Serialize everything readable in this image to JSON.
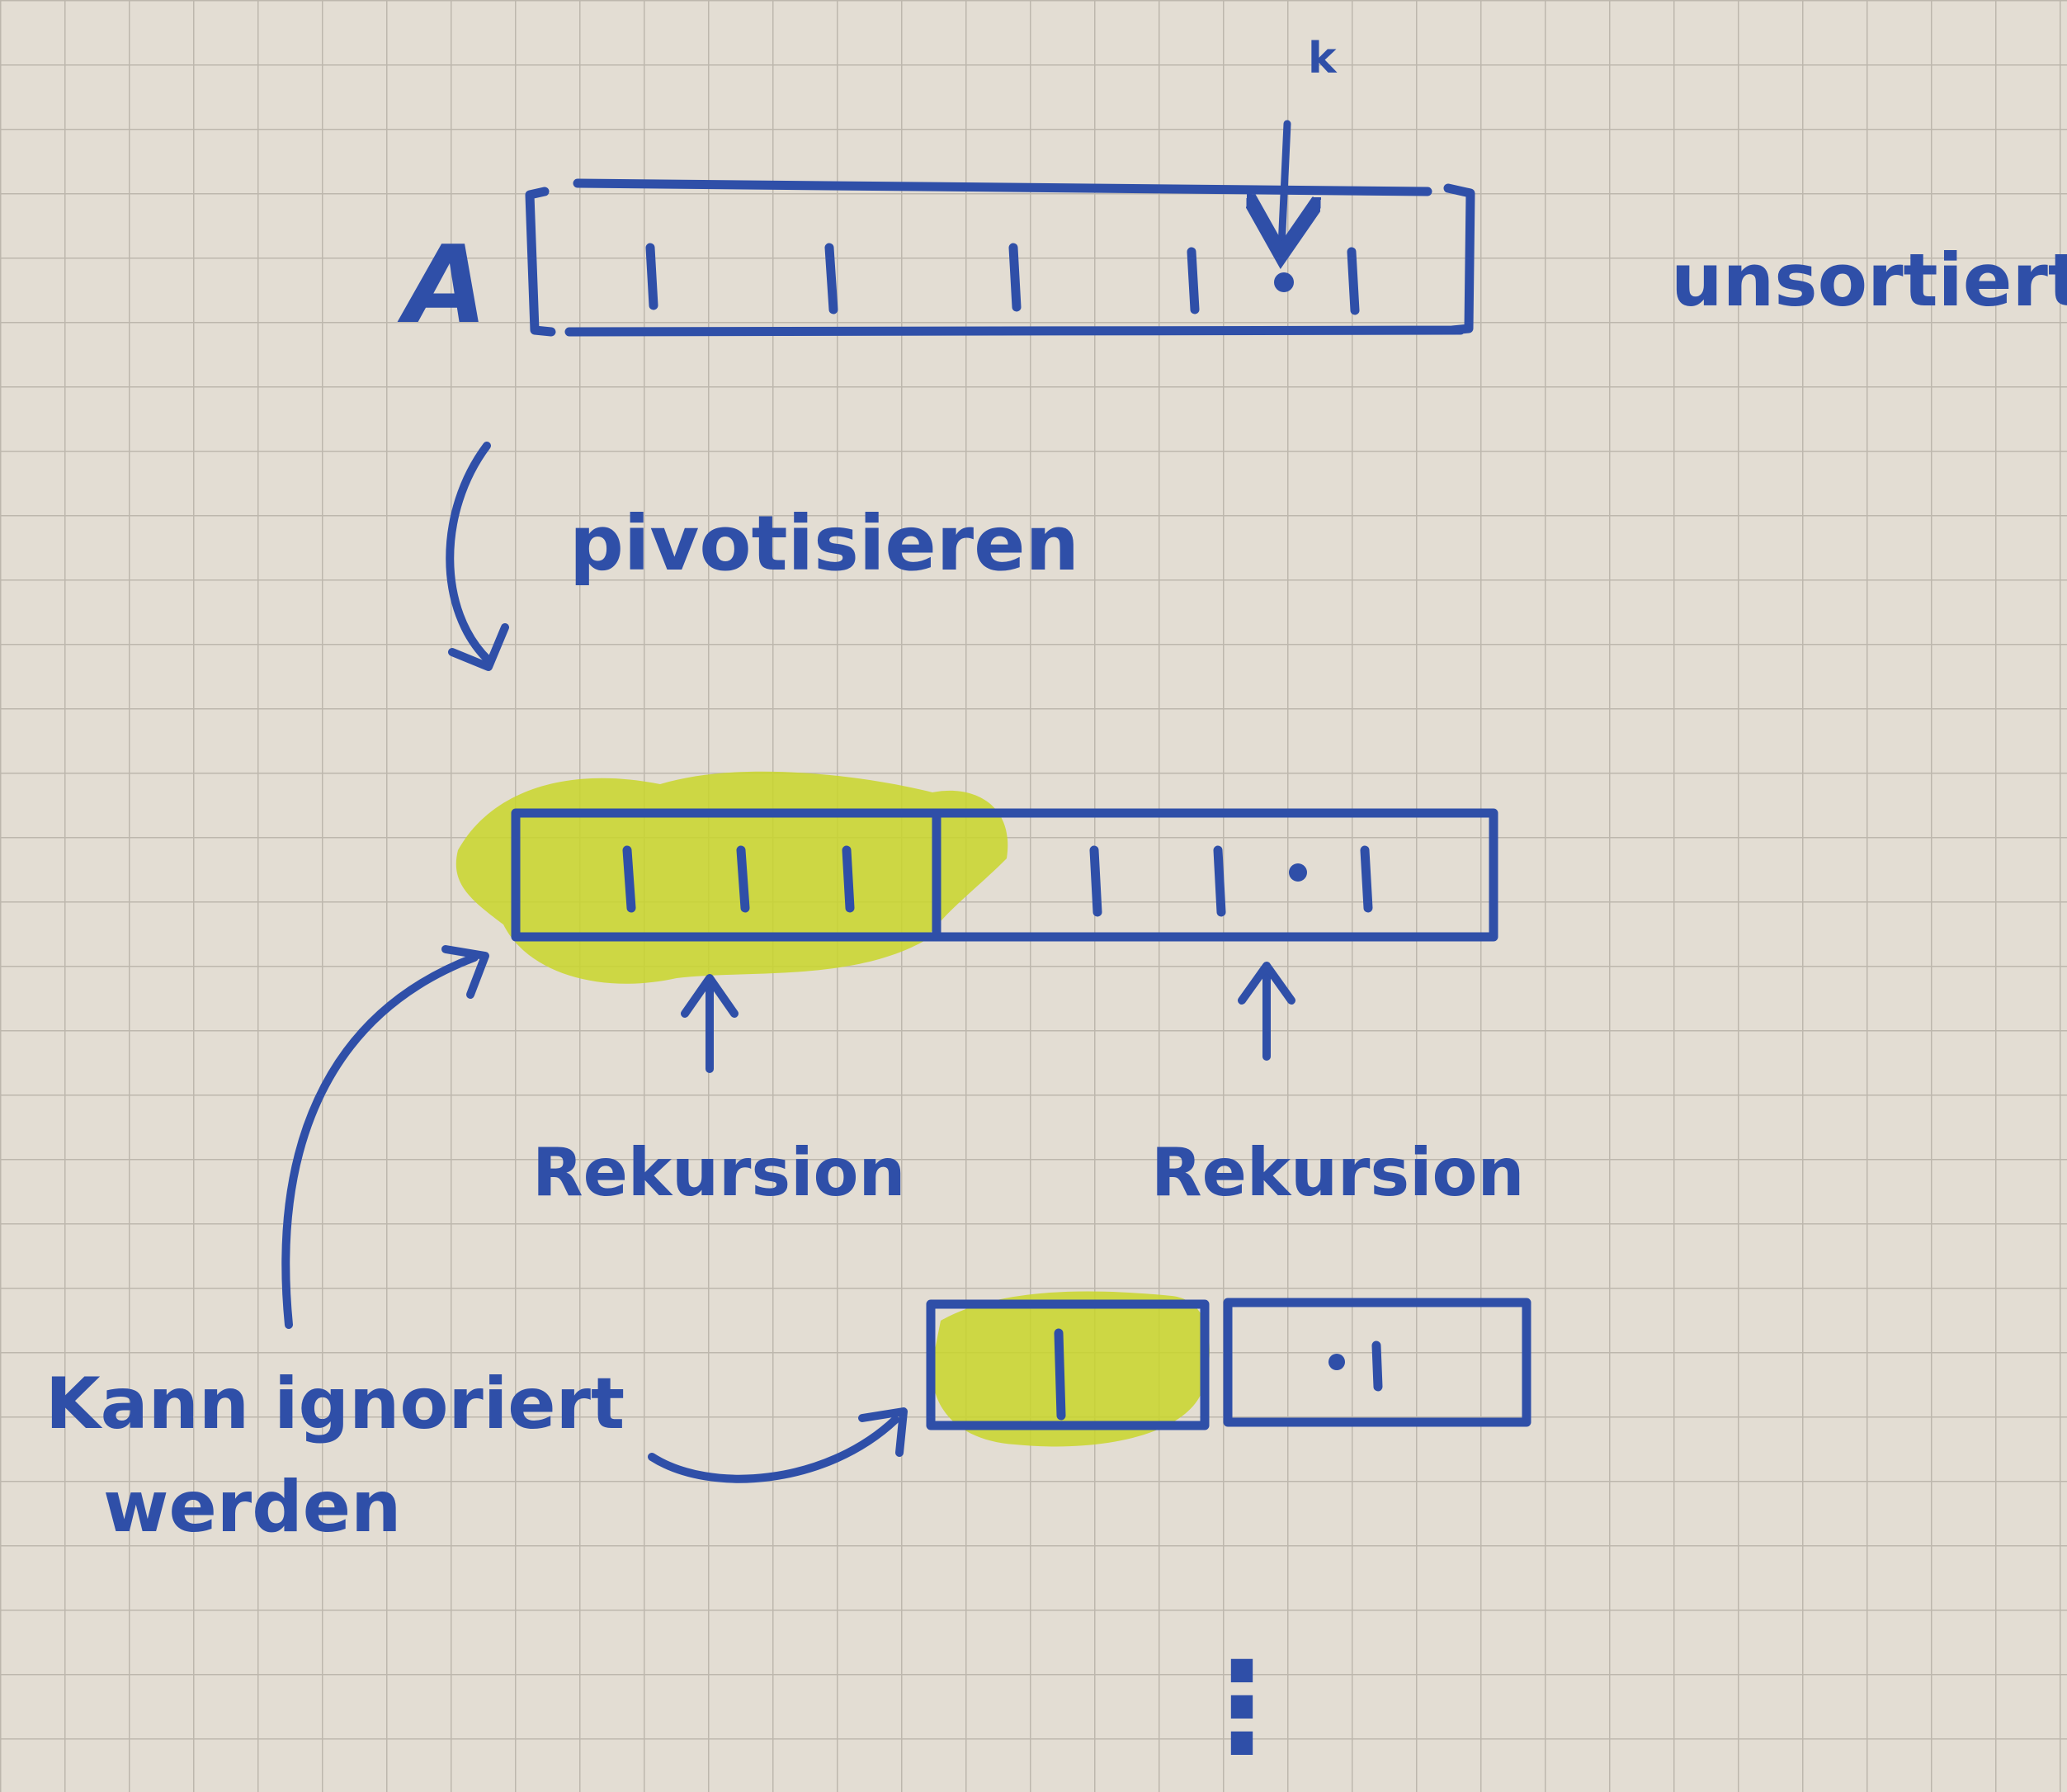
{
  "labels": {
    "k": "k",
    "array_name": "A",
    "unsorted": "unsortiert",
    "pivot_step": "pivotisieren",
    "recursion_left": "Rekursion",
    "recursion_right": "Rekursion",
    "ignore_line1": "Kann ignoriert",
    "ignore_line2": "werden",
    "continuation": "⋮"
  },
  "colors": {
    "paper": "#e3ddd3",
    "grid": "#bdb7ad",
    "ink": "#2f4fa8",
    "highlighter": "#c9d62a"
  }
}
